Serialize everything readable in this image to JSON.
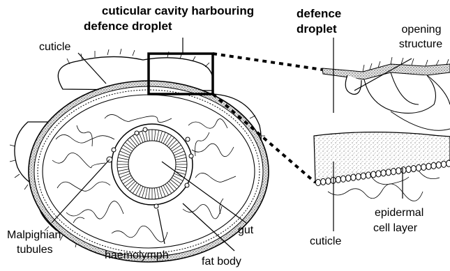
{
  "labels": {
    "cavity_line1": "cuticular cavity harbouring",
    "cavity_line2": "defence droplet",
    "droplet_line1": "defence",
    "droplet_line2": "droplet",
    "opening_line1": "opening",
    "opening_line2": "structure",
    "cuticle_left": "cuticle",
    "malpighian_line1": "Malpighian",
    "malpighian_line2": "tubules",
    "haemolymph": "haemolymph",
    "gut": "gut",
    "fat_body": "fat body",
    "epidermal_line1": "epidermal",
    "epidermal_line2": "cell layer",
    "cuticle_right": "cuticle"
  }
}
